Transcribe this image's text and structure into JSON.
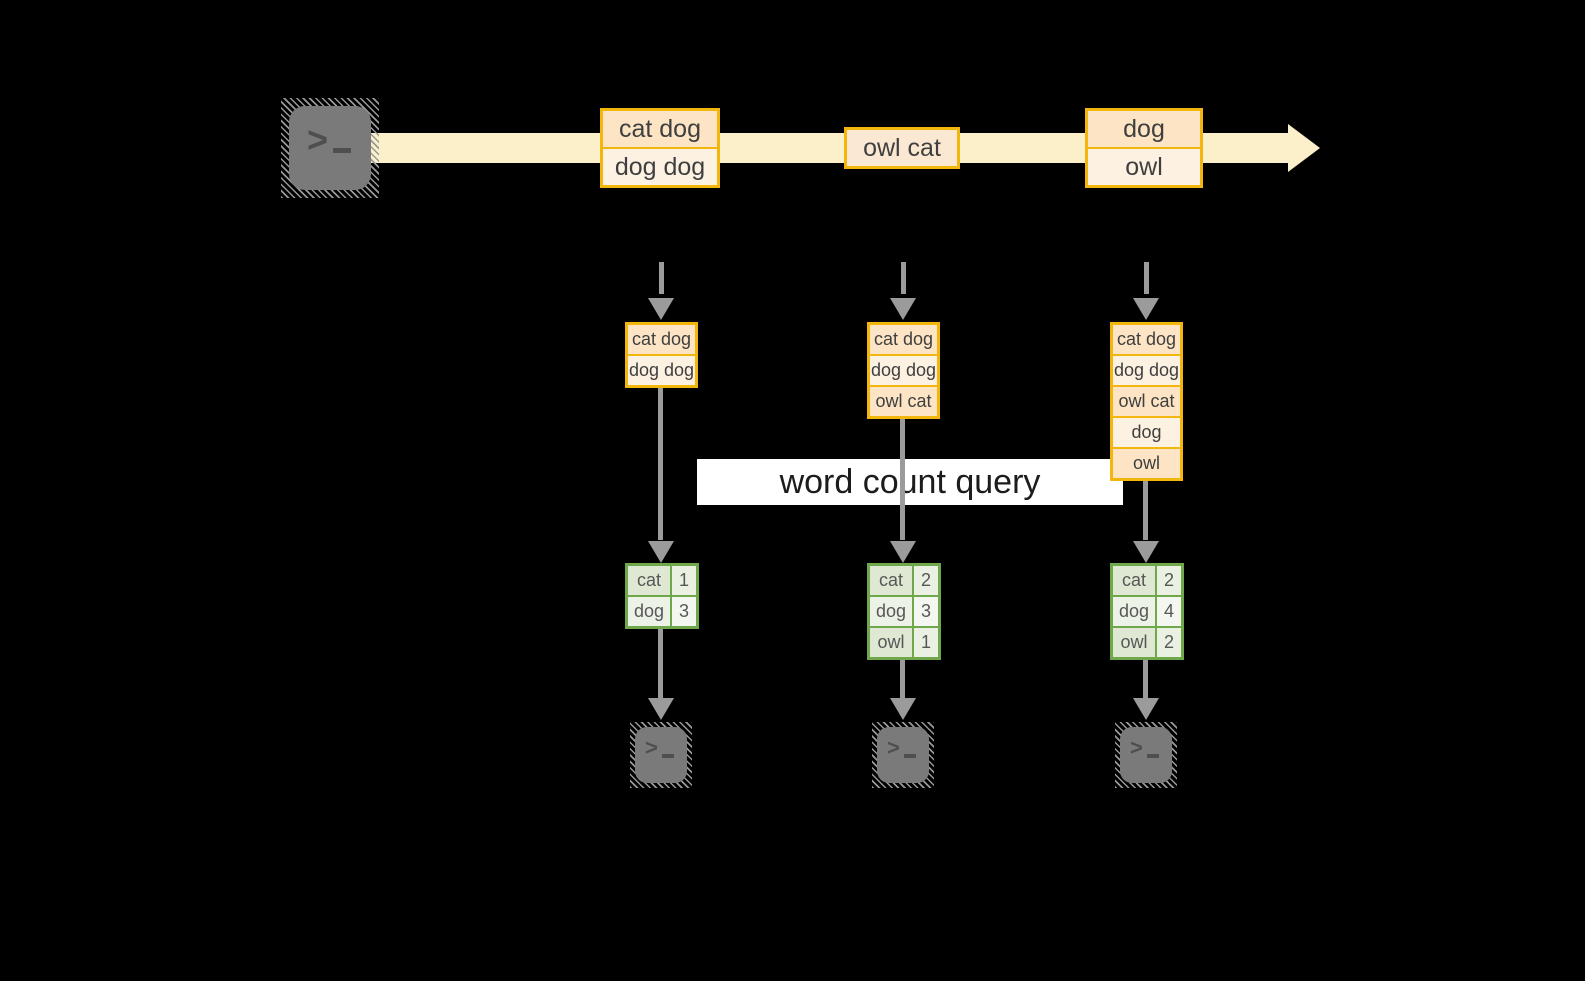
{
  "query": {
    "label": "word count query"
  },
  "stream": {
    "events": [
      {
        "rows": [
          {
            "text": "cat dog"
          },
          {
            "text": "dog dog"
          }
        ]
      },
      {
        "rows": [
          {
            "text": "owl cat"
          }
        ]
      },
      {
        "rows": [
          {
            "text": "dog"
          },
          {
            "text": "owl"
          }
        ]
      }
    ]
  },
  "columns": [
    {
      "buffer": {
        "rows": [
          {
            "text": "cat dog"
          },
          {
            "text": "dog dog"
          }
        ]
      },
      "counts": {
        "rows": [
          {
            "word": "cat",
            "count": "1"
          },
          {
            "word": "dog",
            "count": "3"
          }
        ]
      }
    },
    {
      "buffer": {
        "rows": [
          {
            "text": "cat dog"
          },
          {
            "text": "dog dog"
          },
          {
            "text": "owl cat"
          }
        ]
      },
      "counts": {
        "rows": [
          {
            "word": "cat",
            "count": "2"
          },
          {
            "word": "dog",
            "count": "3"
          },
          {
            "word": "owl",
            "count": "1"
          }
        ]
      }
    },
    {
      "buffer": {
        "rows": [
          {
            "text": "cat dog"
          },
          {
            "text": "dog dog"
          },
          {
            "text": "owl cat"
          },
          {
            "text": "dog"
          },
          {
            "text": "owl"
          }
        ]
      },
      "counts": {
        "rows": [
          {
            "word": "cat",
            "count": "2"
          },
          {
            "word": "dog",
            "count": "4"
          },
          {
            "word": "owl",
            "count": "2"
          }
        ]
      }
    }
  ],
  "terminal": {
    "chevron": ">"
  },
  "colors": {
    "background": "#000000",
    "stream_band": "#FCF0CB",
    "event_border": "#F2B60D",
    "event_fill_dark": "#FCE4C5",
    "event_fill_light": "#FDF2E2",
    "event_fill_mid": "#FBE8D3",
    "arrow_gray": "#9B9B9B",
    "query_box_bg": "#FFFFFF",
    "query_text": "#1C1C1C",
    "table_border": "#6FA84A",
    "table_fill_dark": "#DEE8D2",
    "table_fill_light": "#EDF2E7",
    "table_value_dark": "#EAF0E2",
    "table_value_light": "#F4F7F0",
    "box_text": "#3F3F3F",
    "table_text": "#575757",
    "terminal_fill": "#7A7A7A",
    "terminal_glyph": "#4F4F4F",
    "terminal_hatch": "#989898"
  }
}
